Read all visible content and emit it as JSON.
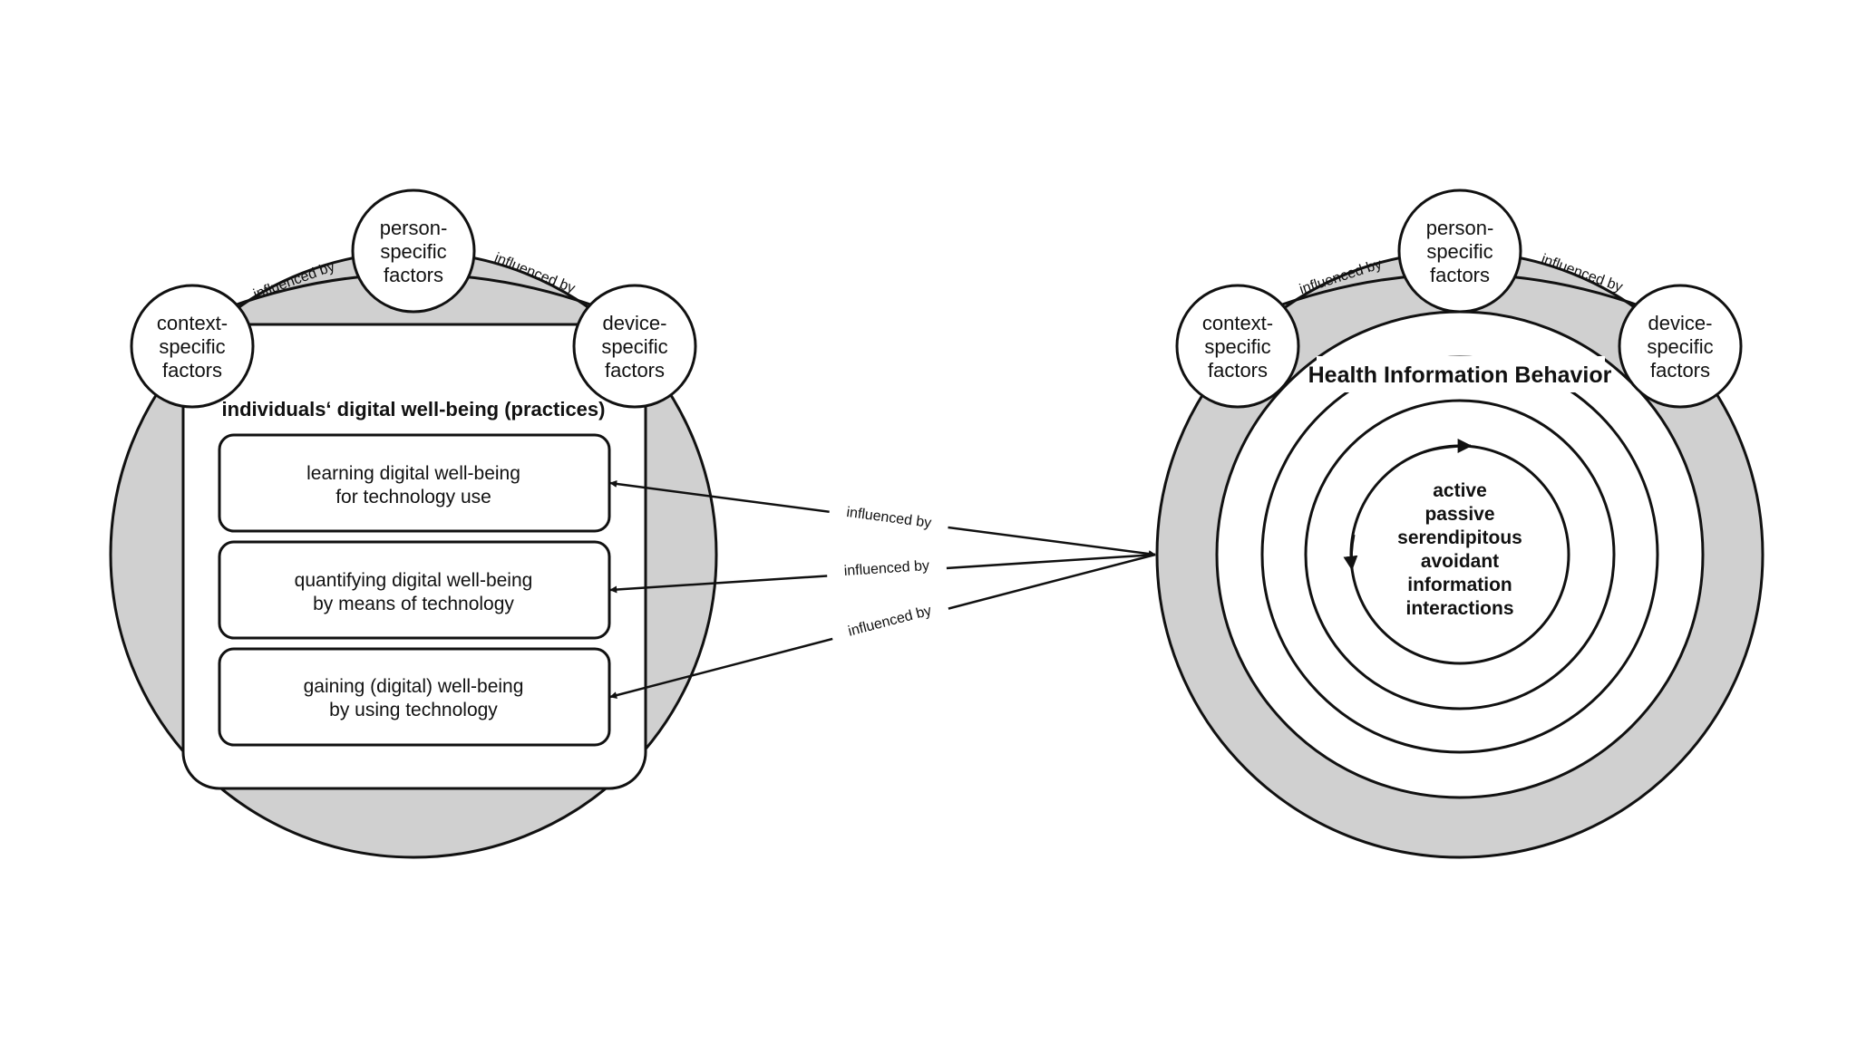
{
  "colors": {
    "fill_gray": "#d0d0d0",
    "stroke": "#111111",
    "background": "#ffffff"
  },
  "left": {
    "factors": {
      "person": [
        "person-",
        "specific",
        "factors"
      ],
      "context": [
        "context-",
        "specific",
        "factors"
      ],
      "device": [
        "device-",
        "specific",
        "factors"
      ]
    },
    "edge_label_1": "influenced by",
    "edge_label_2": "influenced by",
    "panel_title": "individuals‘ digital well-being (practices)",
    "boxes": [
      [
        "learning digital well-being",
        "for technology use"
      ],
      [
        "quantifying digital well-being",
        "by means of technology"
      ],
      [
        "gaining (digital) well-being",
        "by using technology"
      ]
    ]
  },
  "right": {
    "factors": {
      "person": [
        "person-",
        "specific",
        "factors"
      ],
      "context": [
        "context-",
        "specific",
        "factors"
      ],
      "device": [
        "device-",
        "specific",
        "factors"
      ]
    },
    "edge_label_1": "influenced by",
    "edge_label_2": "influenced by",
    "title": "Health Information Behavior",
    "core": [
      "active",
      "passive",
      "serendipitous",
      "avoidant",
      "information",
      "interactions"
    ]
  },
  "connections": [
    "influenced by",
    "influenced by",
    "influenced by"
  ]
}
